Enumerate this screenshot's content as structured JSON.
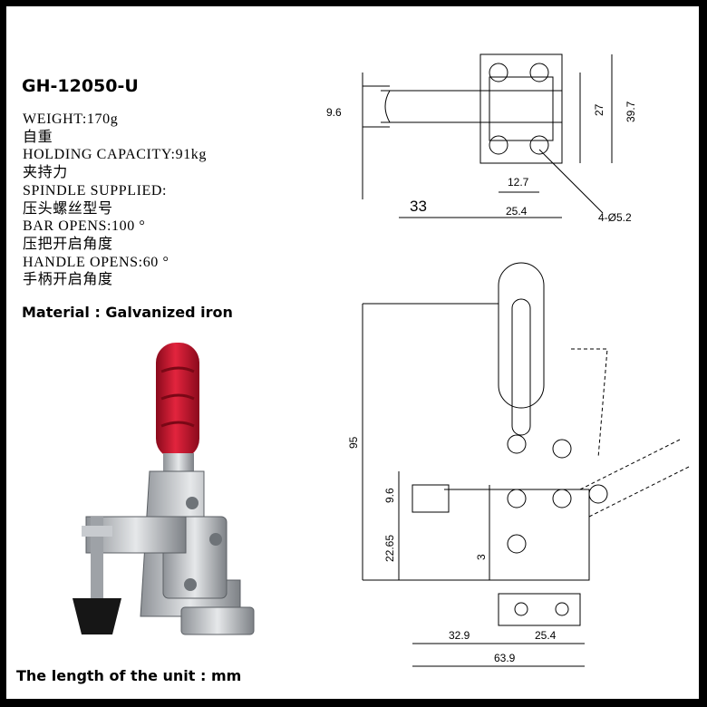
{
  "model": "GH-12050-U",
  "specs": [
    {
      "en": "WEIGHT:170g",
      "zh": "自重"
    },
    {
      "en": "HOLDING CAPACITY:91kg",
      "zh": "夹持力"
    },
    {
      "en": "SPINDLE SUPPLIED:",
      "zh": "压头螺丝型号"
    },
    {
      "en": "BAR OPENS:100 °",
      "zh": "压把开启角度"
    },
    {
      "en": "HANDLE OPENS:60 °",
      "zh": "手柄开启角度"
    }
  ],
  "material": "Material :  Galvanized iron",
  "unit_note": "The length of the unit  : mm",
  "dimensions": {
    "top_a": "9.6",
    "top_b": "27",
    "top_c": "39.7",
    "top_d": "12.7",
    "top_e": "33",
    "top_f": "25.4",
    "top_hole": "4-Ø5.2",
    "side_h": "95",
    "side_a": "9.6",
    "side_b": "22.65",
    "side_c": "3",
    "side_d": "32.9",
    "side_e": "25.4",
    "side_total": "63.9"
  },
  "colors": {
    "handle_red": "#c8102e",
    "metal": "#b9bcc0",
    "frame": "#000000"
  }
}
